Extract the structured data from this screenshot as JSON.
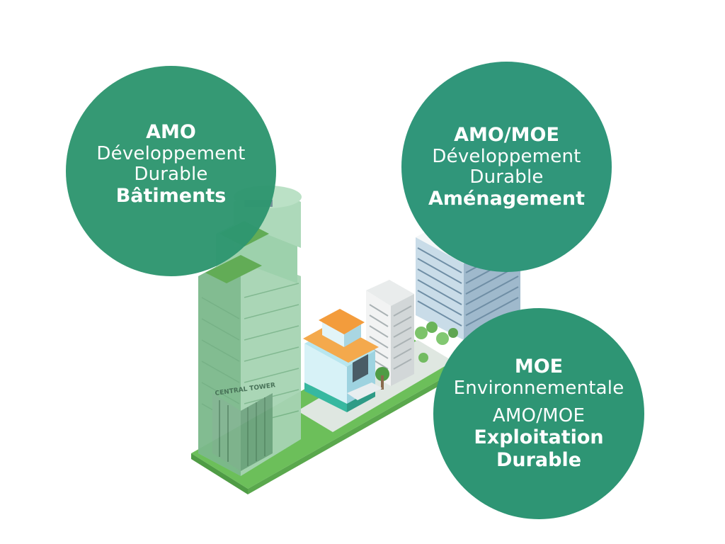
{
  "bubbles": {
    "left": {
      "title": "AMO",
      "line1": "Développement",
      "line2": "Durable",
      "subject": "Bâtiments"
    },
    "right_top": {
      "title": "AMO/MOE",
      "line1": "Développement",
      "line2": "Durable",
      "subject": "Aménagement"
    },
    "right_bottom": {
      "title": "MOE",
      "line1": "Environnementale",
      "line2": "AMO/MOE",
      "subject_line1": "Exploitation",
      "subject_line2": "Durable"
    }
  },
  "illustration": {
    "tower_sign": "CENTRAL TOWER"
  },
  "colors": {
    "bubble_green": "#2e9574",
    "tower_green": "#8fc9a0",
    "grass": "#6cbf5a",
    "office_blue": "#c9dce8",
    "roof_orange": "#f39c3c"
  }
}
